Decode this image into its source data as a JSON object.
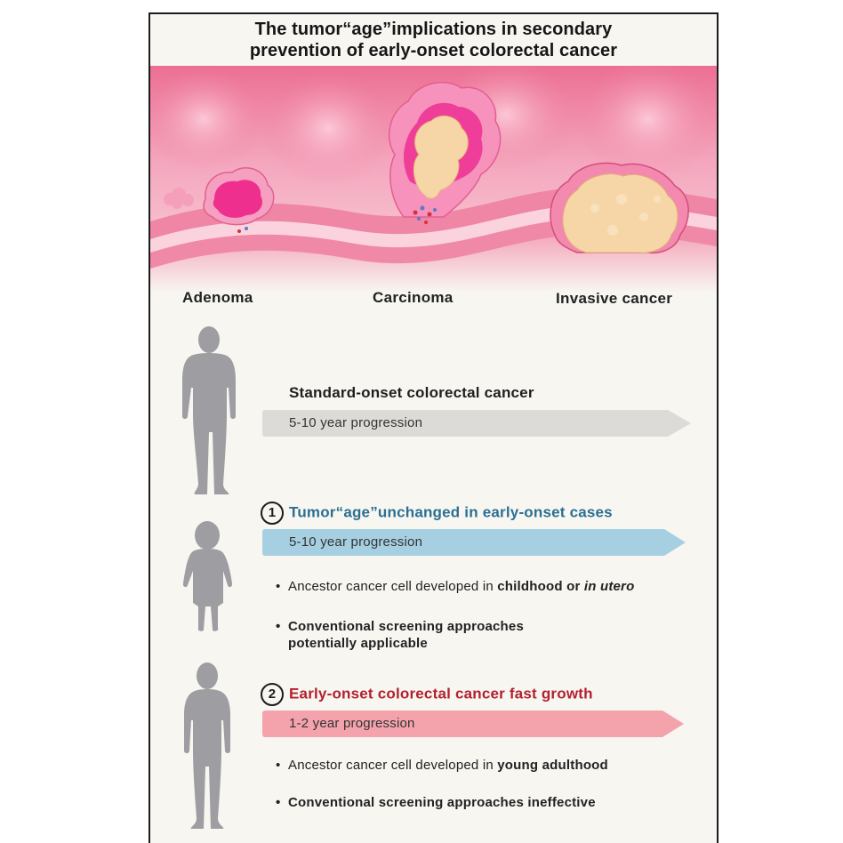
{
  "title": {
    "line1": "The tumor“age”implications in secondary",
    "line2": "prevention of early-onset colorectal cancer"
  },
  "stages": [
    "Adenoma",
    "Carcinoma",
    "Invasive cancer"
  ],
  "standard": {
    "heading": "Standard-onset colorectal cancer",
    "progression": "5-10 year progression"
  },
  "case1": {
    "number": "1",
    "heading": "Tumor“age”unchanged in early-onset cases",
    "progression": "5-10 year progression",
    "bullet1_prefix": "Ancestor cancer cell developed in ",
    "bullet1_bold": "childhood or ",
    "bullet1_italic": "in utero",
    "bullet2_line1": "Conventional screening approaches",
    "bullet2_line2": "potentially applicable"
  },
  "case2": {
    "number": "2",
    "heading": "Early-onset colorectal cancer fast growth",
    "progression": "1-2 year progression",
    "bullet1_prefix": "Ancestor cancer cell developed in ",
    "bullet1_bold": "young adulthood",
    "bullet2": "Conventional screening approaches ineffective"
  },
  "colors": {
    "case1_accent": "#2a6f93",
    "case2_accent": "#b3202e",
    "standard_arrow": "#dcdbd8",
    "case1_arrow": "#a6d0e2",
    "case2_arrow": "#f4a3ad",
    "tissue_pink": "#f07aa0",
    "tumor_cream": "#f6d6a7",
    "silhouette": "#9e9ea2"
  },
  "icons": [
    "adult-silhouette-icon",
    "child-silhouette-icon",
    "young-adult-silhouette-icon"
  ]
}
